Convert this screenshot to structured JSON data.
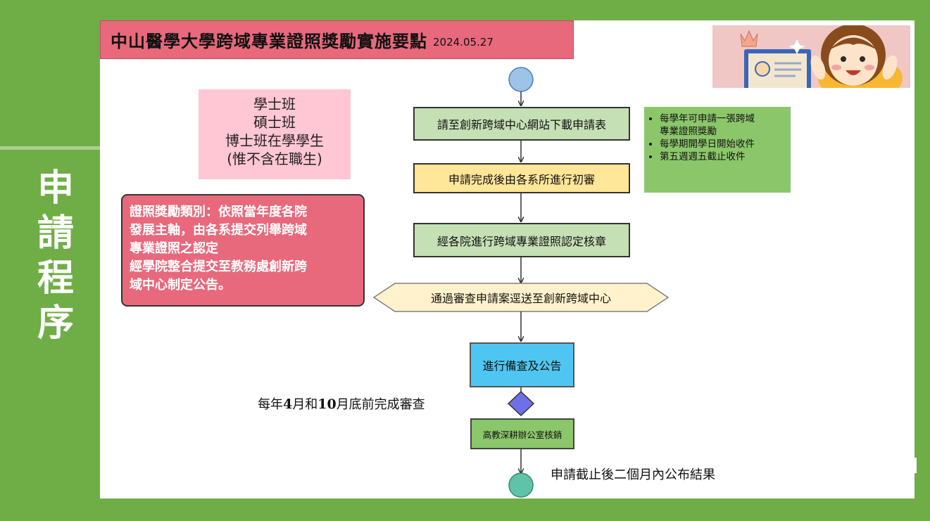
{
  "side": {
    "chars": [
      "申",
      "請",
      "程",
      "序"
    ]
  },
  "title": {
    "main": "中山醫學大學跨域專業證照獎勵實施要點",
    "date": "2024.05.27"
  },
  "eligible": {
    "lines": [
      "學士班",
      "碩士班",
      "博士班在學學生",
      "(惟不含在職生)"
    ]
  },
  "category_note": {
    "lines": [
      "證照獎勵類別：依照當年度各院",
      "發展主軸，由各系提交列舉跨域",
      "專業證照之認定",
      "經學院整合提交至教務處創新跨",
      "域中心制定公告。"
    ]
  },
  "side_notes": {
    "bullets": [
      "每學年可申請一張跨域",
      "專業證照獎勵",
      "每學期開學日開始收件",
      "第五週週五截止收件"
    ]
  },
  "flow": {
    "step1": "請至創新跨域中心網站下載申請表",
    "step2": "申請完成後由各系所進行初審",
    "step3": "經各院進行跨域專業證照認定核章",
    "step4": "通過審查申請案逕送至創新跨域中心",
    "step5": "進行備查及公告",
    "step6": "高教深耕辦公室核銷"
  },
  "deadline_note": {
    "pre": "每年",
    "m1": "4",
    "mid": "月和",
    "m2": "10",
    "post": "月底前完成審查"
  },
  "result_note": "申請截止後二個月內公布結果",
  "colors": {
    "background": "#6fad46",
    "title_bar": "#e8697c",
    "pink_box": "#ffc6d4",
    "note_box": "#8cc66b",
    "start_circle": "#9dc3e6",
    "end_circle": "#5ec3a8",
    "diamond": "#6f6fe8",
    "step5": "#4fc6f1"
  }
}
